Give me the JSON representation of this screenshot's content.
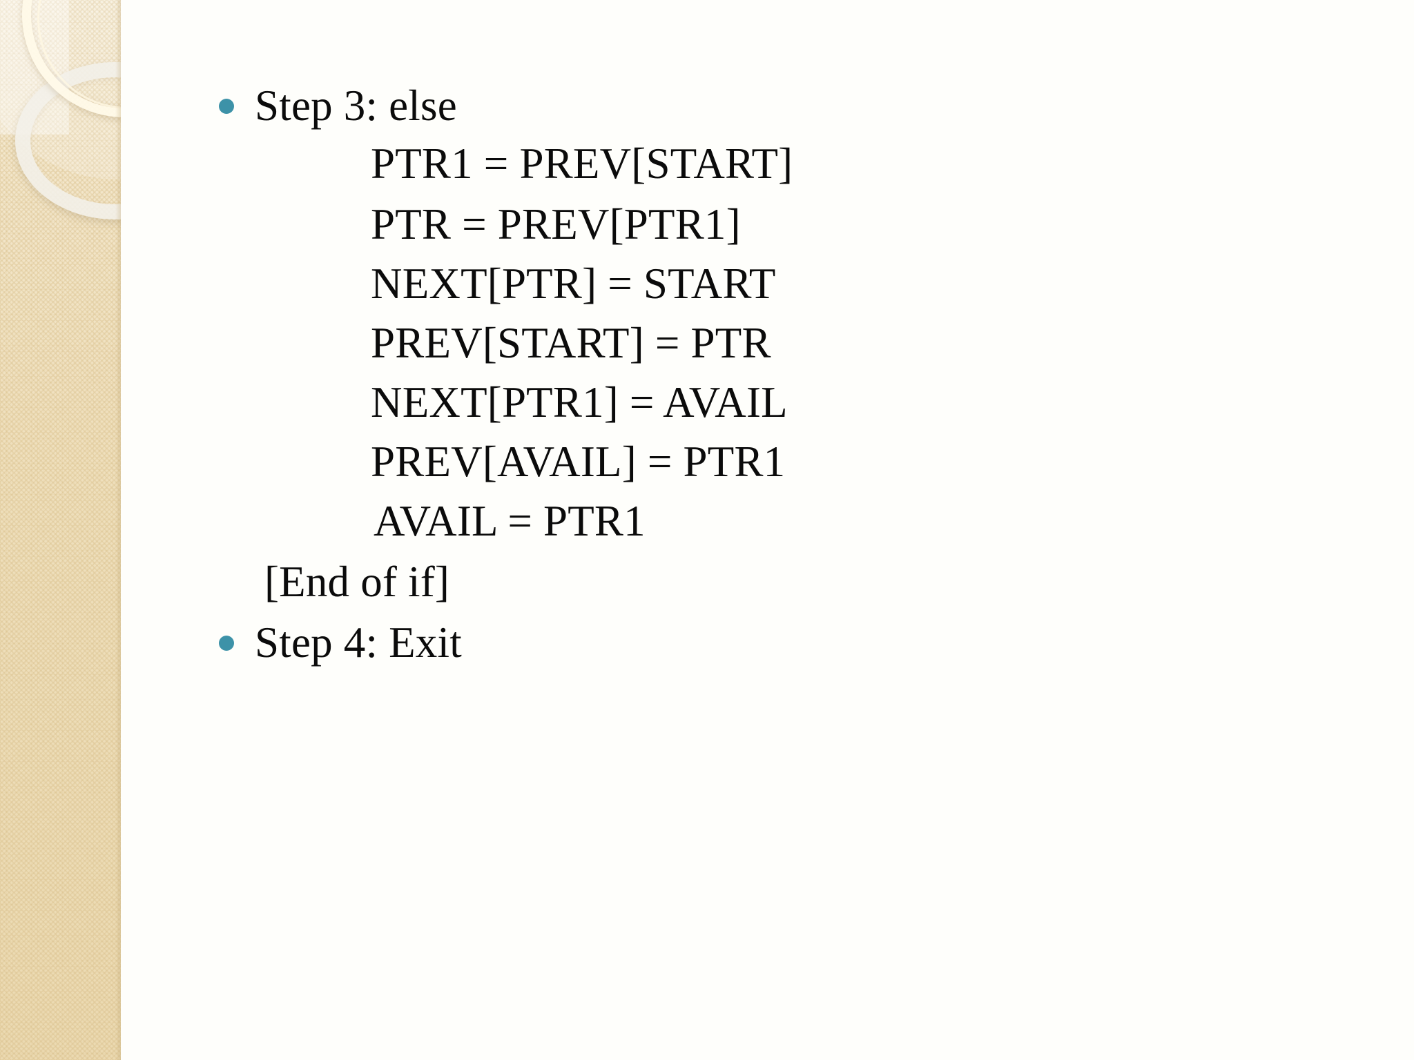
{
  "slide": {
    "background_color": "#FEFEFB",
    "sidebar": {
      "background_color": "#EFE0BE",
      "decor": [
        "ring-large-cream",
        "ring-thin-cream",
        "ring-gray",
        "woven-texture"
      ]
    },
    "bullet_color": "#3D92A8",
    "text_color": "#0B0B0B"
  },
  "body": {
    "bullets": [
      {
        "label": "Step 3: else"
      },
      {
        "label": "Step 4: Exit"
      }
    ],
    "code_lines": [
      "PTR1 = PREV[START]",
      "PTR = PREV[PTR1]",
      "NEXT[PTR] = START",
      "PREV[START] = PTR",
      "NEXT[PTR1] = AVAIL",
      "PREV[AVAIL] = PTR1",
      "AVAIL = PTR1"
    ],
    "end_of_if": "[End of if]"
  }
}
